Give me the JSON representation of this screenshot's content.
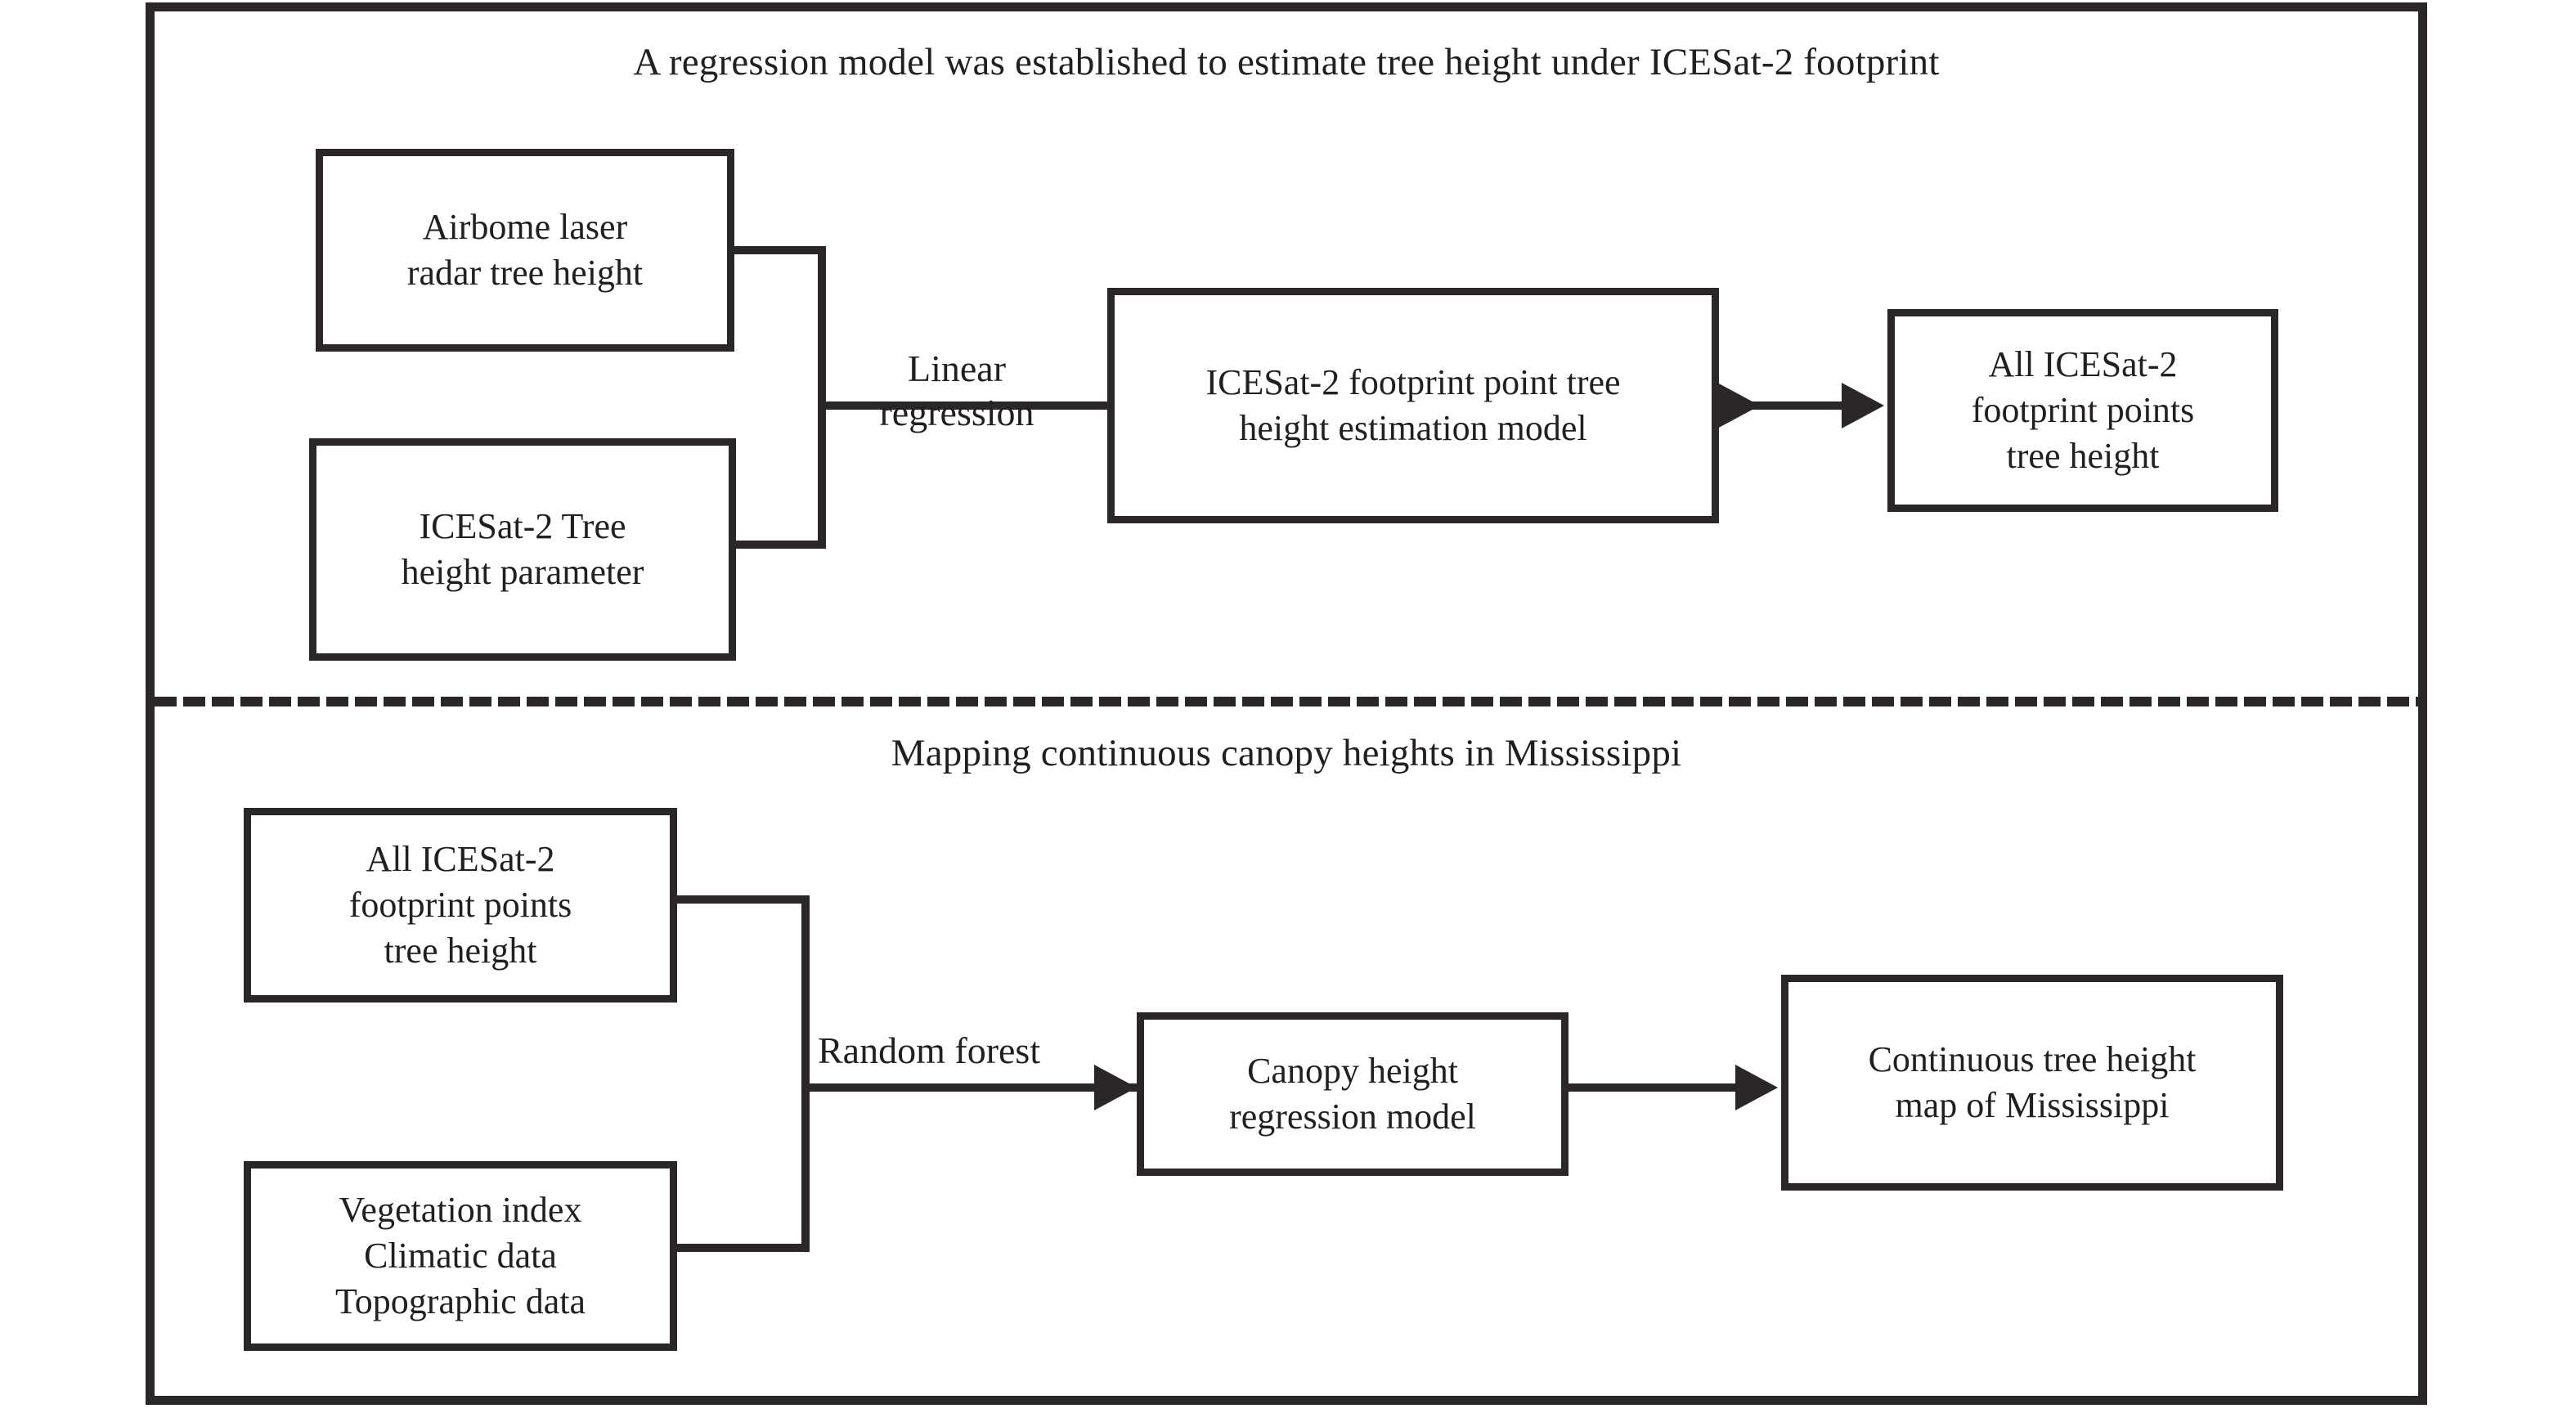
{
  "diagram": {
    "type": "flowchart",
    "sections": [
      {
        "id": "top",
        "title": "A regression model was established to estimate tree height under ICESat-2 footprint"
      },
      {
        "id": "bottom",
        "title": "Mapping continuous canopy heights in Mississippi"
      }
    ],
    "nodes": {
      "airborne_laser_radar": {
        "line1": "Airbome laser",
        "line2": "radar tree height"
      },
      "icesat2_tree_height_param": {
        "line1": "ICESat-2 Tree",
        "line2": "height parameter"
      },
      "footprint_model": {
        "line1": "ICESat-2 footprint point tree",
        "line2": "height estimation model"
      },
      "all_footprint_points": {
        "line1": "All ICESat-2",
        "line2": "footprint points",
        "line3": "tree height"
      },
      "all_footprint_points_2": {
        "line1": "All ICESat-2",
        "line2": "footprint points",
        "line3": "tree height"
      },
      "aux_data": {
        "line1": "Vegetation index",
        "line2": "Climatic data",
        "line3": "Topographic data"
      },
      "canopy_height_model": {
        "line1": "Canopy height",
        "line2": "regression model"
      },
      "continuous_map": {
        "line1": "Continuous tree height",
        "line2": "map of Mississippi"
      }
    },
    "edge_labels": {
      "linear_regression_line1": "Linear",
      "linear_regression_line2": "regression",
      "random_forest": "Random forest"
    },
    "colors": {
      "stroke": "#2b2728",
      "text": "#231f20",
      "background": "#ffffff"
    }
  }
}
